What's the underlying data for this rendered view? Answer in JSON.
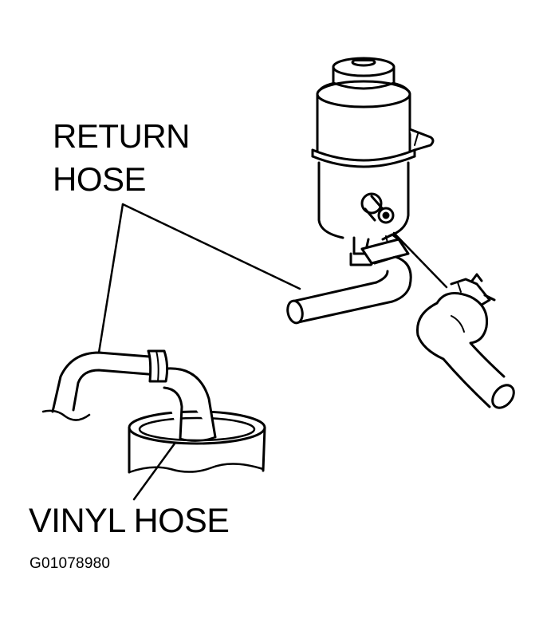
{
  "labels": {
    "return_hose_line1": "RETURN",
    "return_hose_line2": "HOSE",
    "vinyl_hose": "VINYL HOSE"
  },
  "figure_id": "G01078980",
  "colors": {
    "ink": "#000000",
    "paper": "#ffffff"
  }
}
